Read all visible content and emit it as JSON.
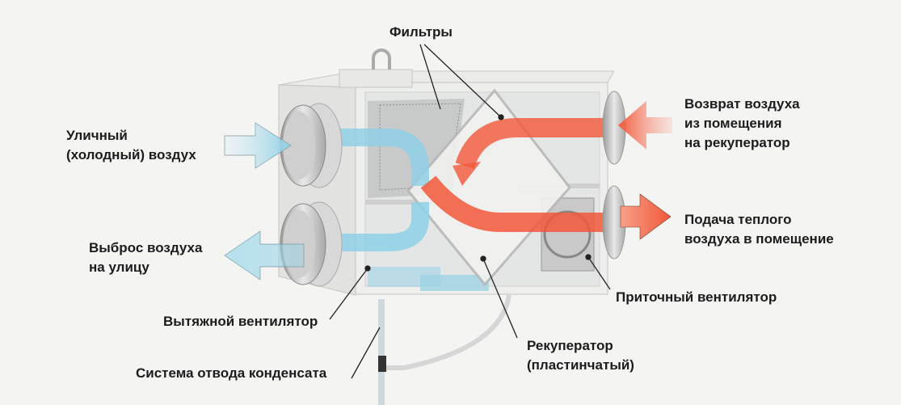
{
  "title": "Схема приточно-вытяжной установки с рекуператором",
  "labels": {
    "filters": "Фильтры",
    "outdoor_air": [
      "Уличный",
      "(холодный) воздух"
    ],
    "exhaust_out": [
      "Выброс воздуха",
      "на улицу"
    ],
    "exhaust_fan": "Вытяжной вентилятор",
    "condensate": "Система отвода конденсата",
    "recuperator": [
      "Рекуператор",
      "(пластинчатый)"
    ],
    "supply_fan": "Приточный вентилятор",
    "return_air": [
      "Возврат воздуха",
      "из помещения",
      "на рекуператор"
    ],
    "supply_warm": [
      "Подача теплого",
      "воздуха в помещение"
    ]
  },
  "colors": {
    "cold": "#8fd0e6",
    "warm": "#f2583a",
    "housing": "#e6e6e4",
    "background": "#f4f4f2"
  }
}
